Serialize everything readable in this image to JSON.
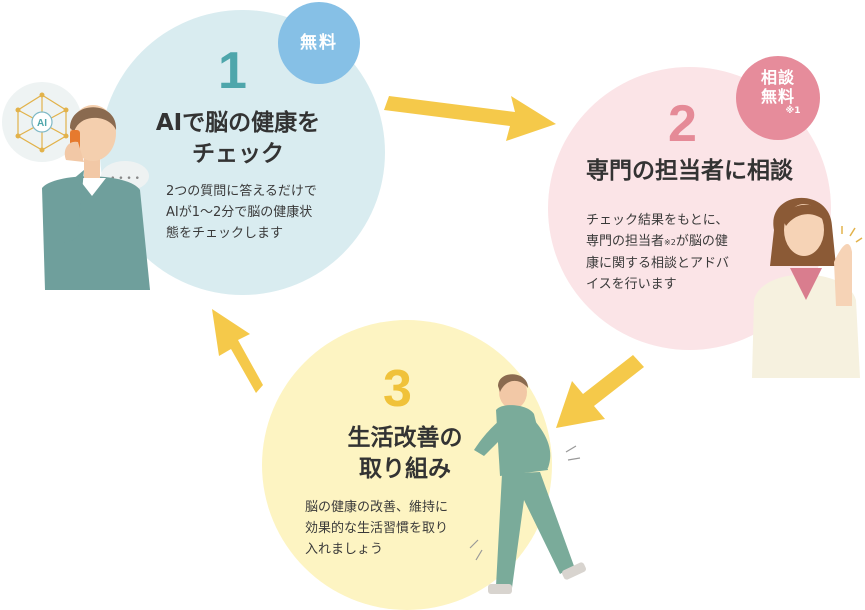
{
  "step1": {
    "number": "1",
    "badge": "無料",
    "title_line1": "AIで脳の健康を",
    "title_line2": "チェック",
    "desc_line1": "2つの質問に答えるだけで",
    "desc_line2": "AIが1〜2分で脳の健康状",
    "desc_line3": "態をチェックします",
    "bubble_label": "AI",
    "speech_dots": "• • • •"
  },
  "step2": {
    "number": "2",
    "badge_line1": "相談",
    "badge_line2": "無料",
    "badge_note": "※1",
    "title": "専門の担当者に相談",
    "desc_line1": "チェック結果をもとに、",
    "desc_line2_pre": "専門の担当者",
    "desc_line2_note": "※2",
    "desc_line2_post": "が脳の健",
    "desc_line3": "康に関する相談とアドバ",
    "desc_line4": "イスを行います"
  },
  "step3": {
    "number": "3",
    "title_line1": "生活改善の",
    "title_line2": "取り組み",
    "desc_line1": "脳の健康の改善、維持に",
    "desc_line2": "効果的な生活習慣を取り",
    "desc_line3": "入れましょう"
  },
  "colors": {
    "circle1": "#d9ecf0",
    "circle2": "#fbe4e7",
    "circle3": "#fdf4c2",
    "badge1": "#86c0e6",
    "badge2": "#e68c9b",
    "num1": "#4ea6ab",
    "num2": "#e58a97",
    "num3": "#f0c23a",
    "arrow": "#f5c94a"
  },
  "icons": [
    "ai-network-icon",
    "phone-icon",
    "speech-bubble-icon",
    "arrow-right-icon",
    "arrow-down-left-icon",
    "arrow-up-left-icon"
  ]
}
